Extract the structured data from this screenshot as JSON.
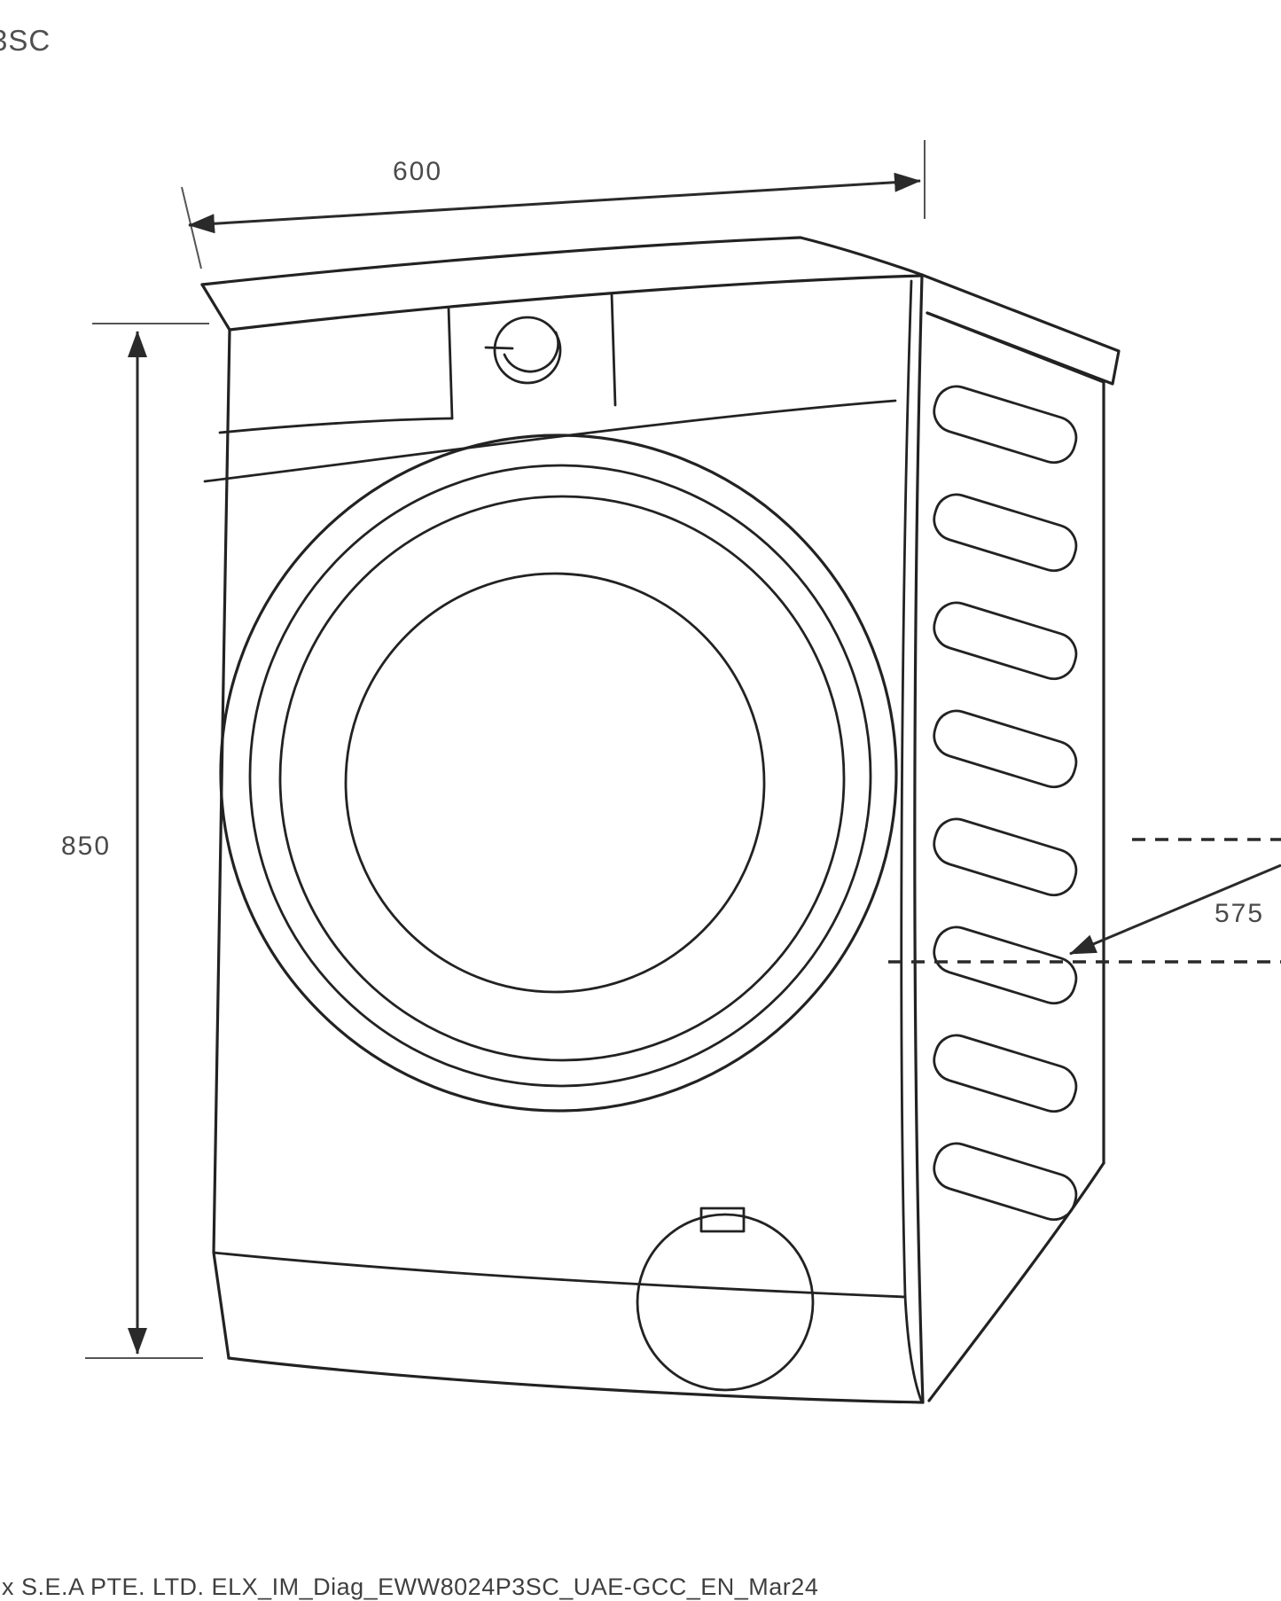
{
  "meta": {
    "background_color": "#ffffff",
    "line_color": "#222222",
    "dimension_text_color": "#4a4a4a"
  },
  "header": {
    "model_code_partial": "3SC"
  },
  "dimensions": {
    "width_mm": "600",
    "height_mm": "850",
    "depth_mm": "575"
  },
  "footer": {
    "doc_code": "x S.E.A PTE. LTD. ELX_IM_Diag_EWW8024P3SC_UAE-GCC_EN_Mar24"
  },
  "drawing": {
    "subject": "front-load-washing-machine-line-drawing",
    "parts": [
      "top-lid",
      "control-panel",
      "detergent-drawer",
      "program-knob",
      "porthole-door",
      "side-vent-grille",
      "drain-filter-cover",
      "kick-panel"
    ]
  }
}
